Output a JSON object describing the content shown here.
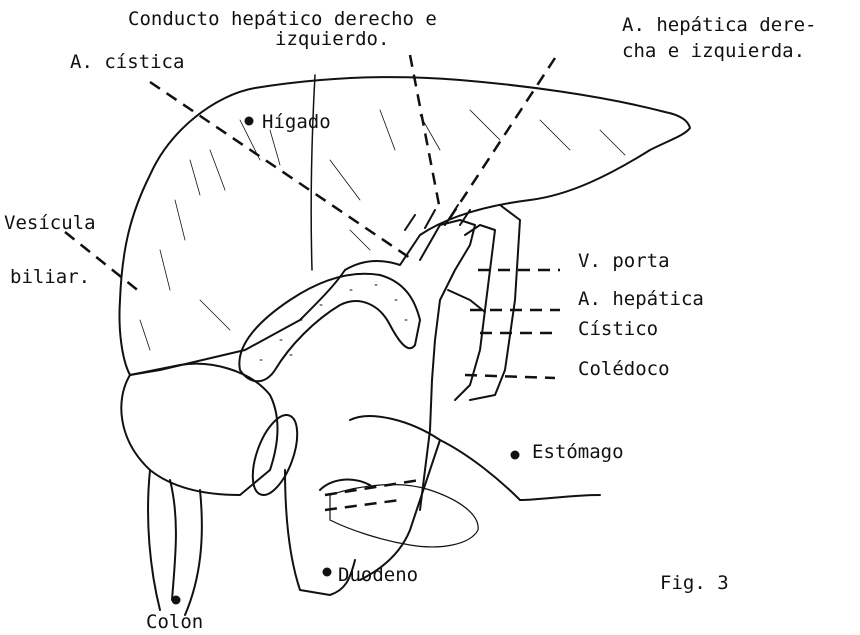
{
  "labels": {
    "conducto_l1": "Conducto hepático derecho e",
    "conducto_l2": "izquierdo.",
    "a_hepatica_der_l1": "A. hepática dere-",
    "a_hepatica_der_l2": "cha e izquierda.",
    "a_cistica": "A. cística",
    "higado": "Hígado",
    "vesicula_l1": "Vesícula",
    "vesicula_l2": "biliar.",
    "v_porta": "V. porta",
    "a_hepatica": "A. hepática",
    "cistico": "Cístico",
    "coledoco": "Colédoco",
    "estomago": "Estómago",
    "duodeno": "Duodeno",
    "colon": "Colon",
    "fig": "Fig. 3"
  },
  "colors": {
    "ink": "#111111",
    "paper": "#ffffff"
  }
}
